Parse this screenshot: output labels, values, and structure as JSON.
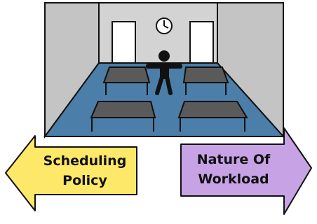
{
  "left_arrow": {
    "line1": "Scheduling",
    "line2": "Policy",
    "color": "#fde86a"
  },
  "right_arrow": {
    "line1": "Nature Of",
    "line2": "Workload",
    "color": "#c7a3e6"
  },
  "room": {
    "wall_color": "#cfcfcf",
    "floor_color": "#4b7ea8"
  },
  "icons": [
    "clock-icon",
    "person-icon",
    "door-icon",
    "table-icon"
  ]
}
